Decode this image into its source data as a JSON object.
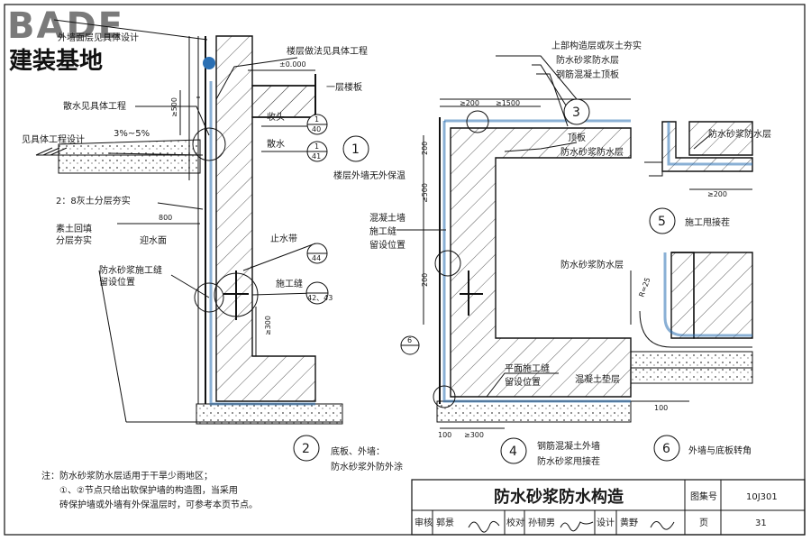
{
  "logo": {
    "brand": "BADE",
    "subtitle": "建装基地"
  },
  "detail1": {
    "labels": {
      "outer_wall": "外墙面层见具体设计",
      "floor": "楼层做法见具体工程",
      "elev": "±0.000",
      "floor_slab": "一层楼板",
      "apron_ref": "散水见具体工程",
      "slope": "3%~5%",
      "see_design": "见具体工程设计",
      "lime_soil": "2：8灰土分层夯实",
      "backfill1": "素土回填",
      "backfill2": "分层夯实",
      "dim_800": "800",
      "water_face": "迎水面",
      "joint_a": "防水砂浆施工缝",
      "joint_b": "留设位置",
      "edge": "收头",
      "apron": "散水",
      "waterstop": "止水带",
      "cjoint": "施工缝",
      "dim_500": "≥500",
      "dim_300": "≥300"
    },
    "refs": {
      "r1": "1",
      "r1b": "40",
      "r2": "1",
      "r2b": "41",
      "r3b": "44",
      "r4b": "42、43"
    },
    "number": "1",
    "caption": "楼层外墙无外保温"
  },
  "detail2": {
    "number": "2",
    "caption1": "底板、外墙：",
    "caption2": "防水砂浆外防外涂"
  },
  "detail3": {
    "number": "3",
    "labels": {
      "l1": "上部构造层或灰土夯实",
      "l2": "防水砂浆防水层",
      "l3": "钢筋混凝土顶板",
      "dim200": "≥200",
      "dim1500": "≥1500",
      "roof": "顶板",
      "layer": "防水砂浆防水层",
      "wall1": "混凝土墙",
      "wall2": "施工缝",
      "wall3": "留设位置",
      "v200a": "200",
      "v500": "≥500",
      "v200b": "200",
      "pj1": "平面施工缝",
      "pj2": "留设位置",
      "d100": "100",
      "d300": "≥300",
      "ref6": "6"
    }
  },
  "detail4": {
    "number": "4",
    "caption1": "钢筋混凝土外墙",
    "caption2": "防水砂浆甩接茬"
  },
  "detail5": {
    "number": "5",
    "caption": "施工甩接茬",
    "layer": "防水砂浆防水层",
    "dim": "≥200"
  },
  "detail6": {
    "number": "6",
    "caption": "外墙与底板转角",
    "layer": "防水砂浆防水层",
    "radius": "R=25",
    "cushion": "混凝土垫层",
    "dim": "100"
  },
  "notes": {
    "n1": "注：防水砂浆防水层适用于干旱少雨地区；",
    "n2": "①、②节点只给出软保护墙的构造图，当采用",
    "n3": "砖保护墙或外墙有外保温层时，可参考本页节点。"
  },
  "titleblock": {
    "title": "防水砂浆防水构造",
    "atlas_label": "图集号",
    "atlas_no": "10J301",
    "review_label": "审核",
    "reviewer": "郭景",
    "check_label": "校对",
    "checker": "孙韧男",
    "design_label": "设计",
    "designer": "黄野",
    "page_label": "页",
    "page_no": "31"
  }
}
